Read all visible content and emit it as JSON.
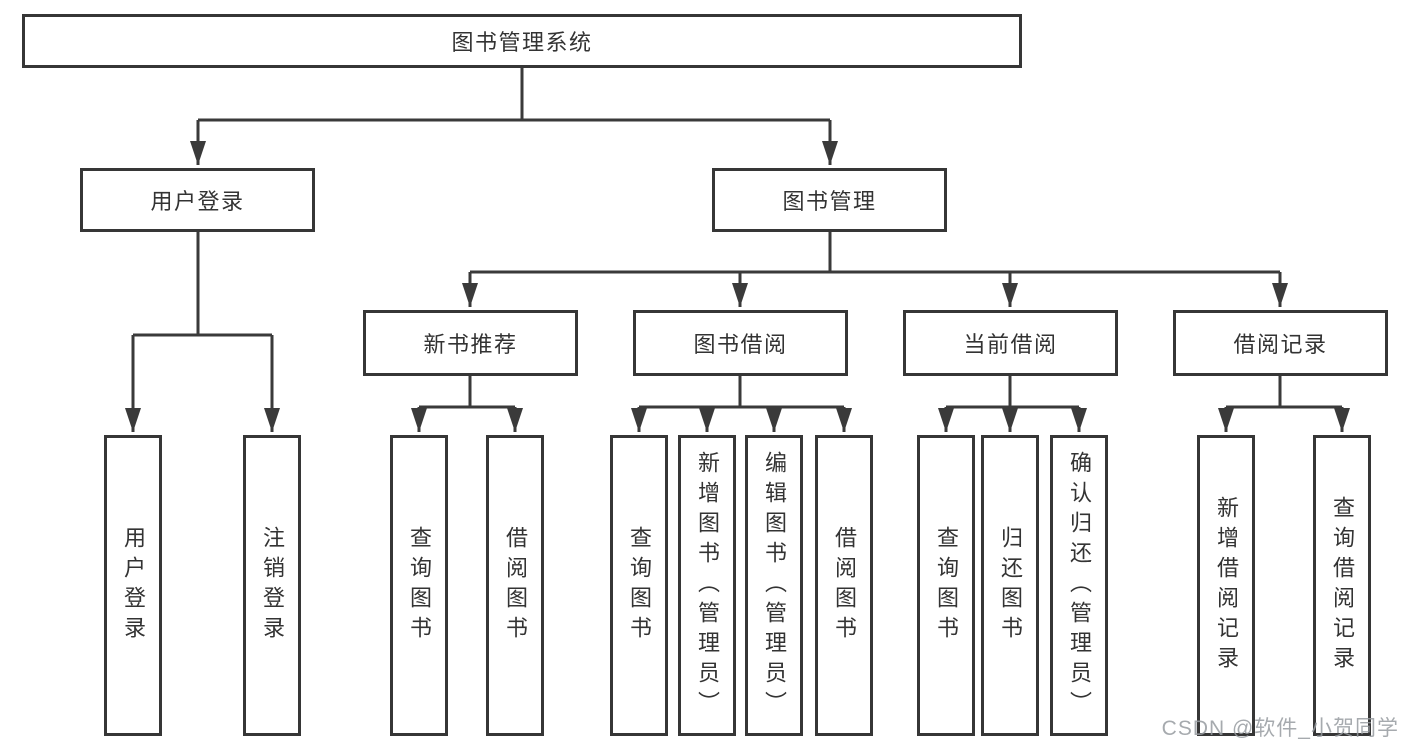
{
  "diagram": {
    "root": {
      "label": "图书管理系统"
    },
    "level2": [
      {
        "label": "用户登录",
        "leaves": [
          {
            "label": "用户登录"
          },
          {
            "label": "注销登录"
          }
        ]
      },
      {
        "label": "图书管理",
        "groups": [
          {
            "label": "新书推荐",
            "leaves": [
              {
                "label": "查询图书"
              },
              {
                "label": "借阅图书"
              }
            ]
          },
          {
            "label": "图书借阅",
            "leaves": [
              {
                "label": "查询图书"
              },
              {
                "label": "新增图书（管理员）"
              },
              {
                "label": "编辑图书（管理员）"
              },
              {
                "label": "借阅图书"
              }
            ]
          },
          {
            "label": "当前借阅",
            "leaves": [
              {
                "label": "查询图书"
              },
              {
                "label": "归还图书"
              },
              {
                "label": "确认归还（管理员）"
              }
            ]
          },
          {
            "label": "借阅记录",
            "leaves": [
              {
                "label": "新增借阅记录"
              },
              {
                "label": "查询借阅记录"
              }
            ]
          }
        ]
      }
    ]
  },
  "watermark": {
    "text": "CSDN @软件_小贺同学"
  },
  "colors": {
    "line": "#3a3a3a",
    "border": "#363636",
    "text": "#333333",
    "background": "#ffffff",
    "watermark": "#969ba0"
  }
}
